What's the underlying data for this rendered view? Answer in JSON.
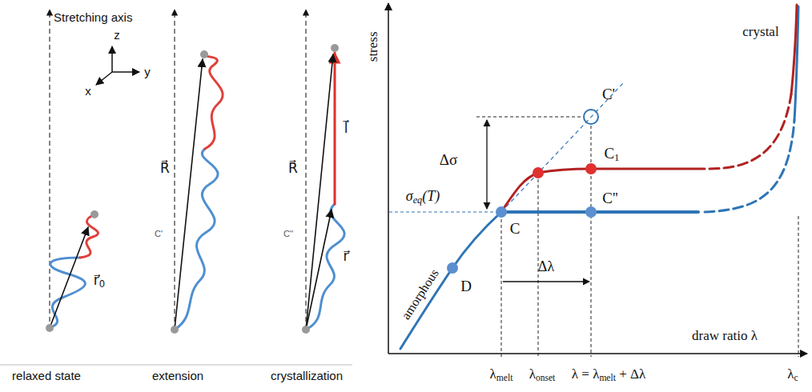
{
  "diagram": {
    "labels": [
      "Stretching axis",
      "z",
      "y",
      "x",
      "r⃗0",
      "R⃗",
      "R⃗",
      "l⃗",
      "r⃗",
      "relaxed state",
      "C'",
      "extension",
      "C''",
      "crystallization",
      "stress",
      "C'",
      "Δσ",
      "C1",
      "σeq(T)",
      "crystal",
      "amorphous",
      "C",
      "C''",
      "D",
      "Δλ",
      "draw ratio λ",
      "λmelt",
      "λonset",
      "λ = λmelt + Δλ",
      "λc"
    ]
  }
}
